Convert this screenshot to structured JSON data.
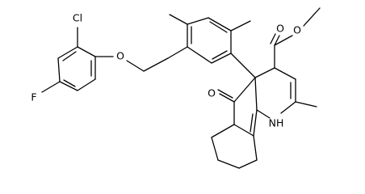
{
  "molecule": {
    "atom_labels": {
      "chlorine": "Cl",
      "fluorine": "F",
      "ether_oxygen": "O",
      "ester_carbonyl_oxygen": "O",
      "ester_methoxy_oxygen": "O",
      "ketone_oxygen": "O",
      "ring_nitrogen": "NH"
    },
    "colors": {
      "bonds": "#000000",
      "labels": "#000000",
      "background": "#ffffff"
    }
  }
}
